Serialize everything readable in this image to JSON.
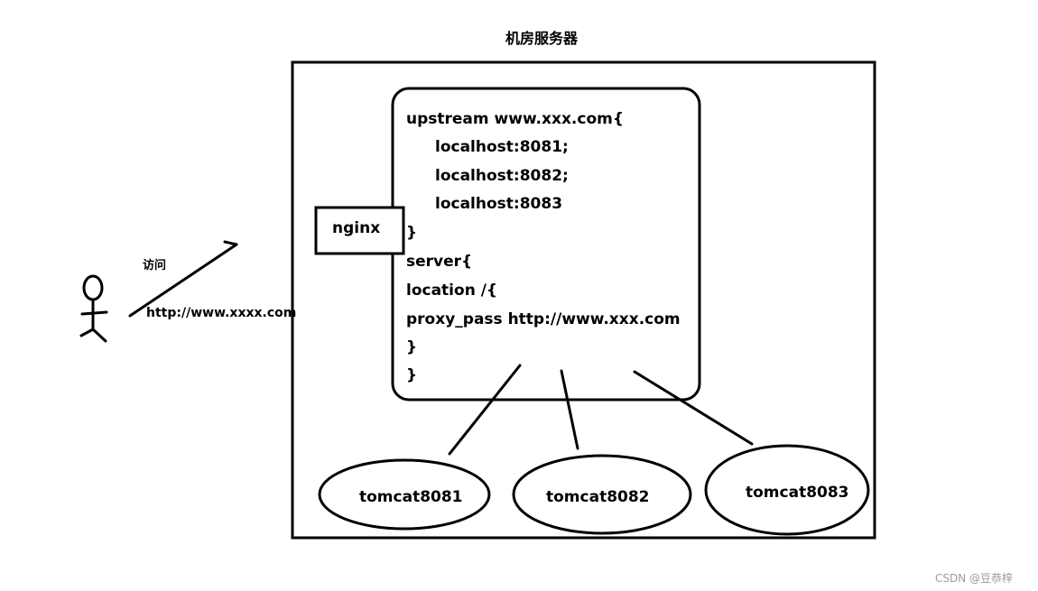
{
  "title": "机房服务器",
  "nginx_label": "nginx",
  "user": {
    "visit_label": "访问",
    "url": "http://www.xxxx.com"
  },
  "nginx_config": {
    "lines": [
      "upstream www.xxx.com{",
      "localhost:8081;",
      "localhost:8082;",
      "localhost:8083",
      "}",
      "server{",
      "location /{",
      "proxy_pass http://www.xxx.com",
      "}",
      "}"
    ]
  },
  "servers": [
    {
      "label": "tomcat8081"
    },
    {
      "label": "tomcat8082"
    },
    {
      "label": "tomcat8083"
    }
  ],
  "watermark": "CSDN @豆恭梓",
  "colors": {
    "stroke": "#000000",
    "background": "#ffffff",
    "watermark": "#9a9a9a"
  }
}
